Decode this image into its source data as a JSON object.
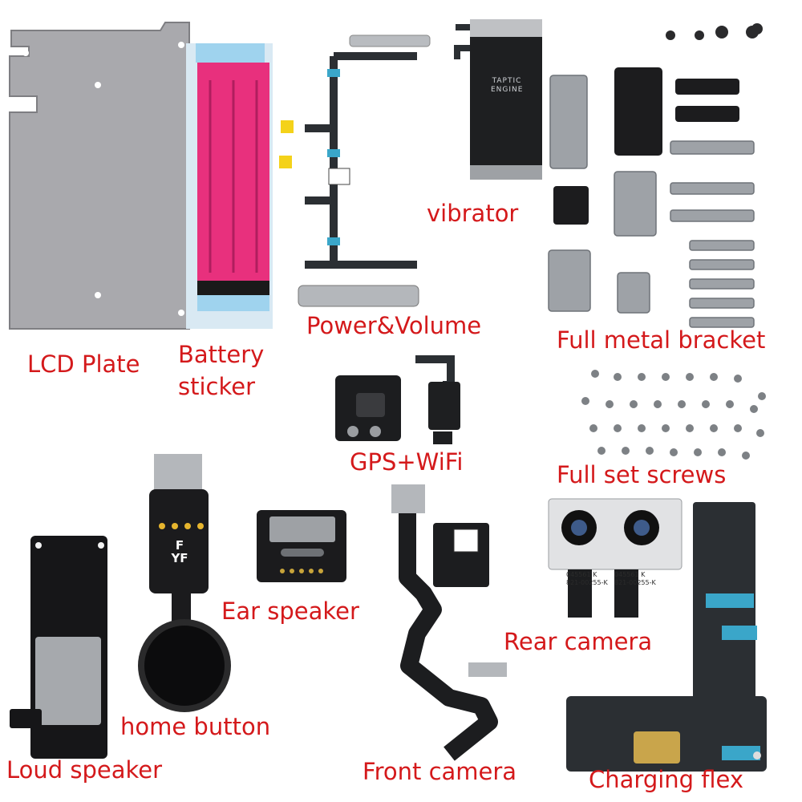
{
  "labels": {
    "lcd_plate": "LCD Plate",
    "battery_sticker_1": "Battery",
    "battery_sticker_2": "sticker",
    "power_volume": "Power&Volume",
    "vibrator": "vibrator",
    "full_metal_bracket": "Full metal bracket",
    "gps_wifi": "GPS+WiFi",
    "full_set_screws": "Full set screws",
    "ear_speaker": "Ear speaker",
    "rear_camera": "Rear camera",
    "home_button": "home button",
    "loud_speaker": "Loud speaker",
    "front_camera": "Front camera",
    "charging_flex": "Charging flex"
  },
  "embedded_text": {
    "taptic_1": "TAPTIC",
    "taptic_2": "ENGINE",
    "home_logo_1": "F",
    "home_logo_2": "YF",
    "cam_code_1": "045561 K",
    "cam_code_2": "821-00255-K"
  },
  "colors": {
    "label_red": "#d4191b",
    "metal_gray": "#a9a9ad",
    "flex_dark": "#2b2f33",
    "sticker_pink": "#e8307d",
    "sticker_blue": "#9fd3ee",
    "accent_blue": "#3aa6c9"
  }
}
